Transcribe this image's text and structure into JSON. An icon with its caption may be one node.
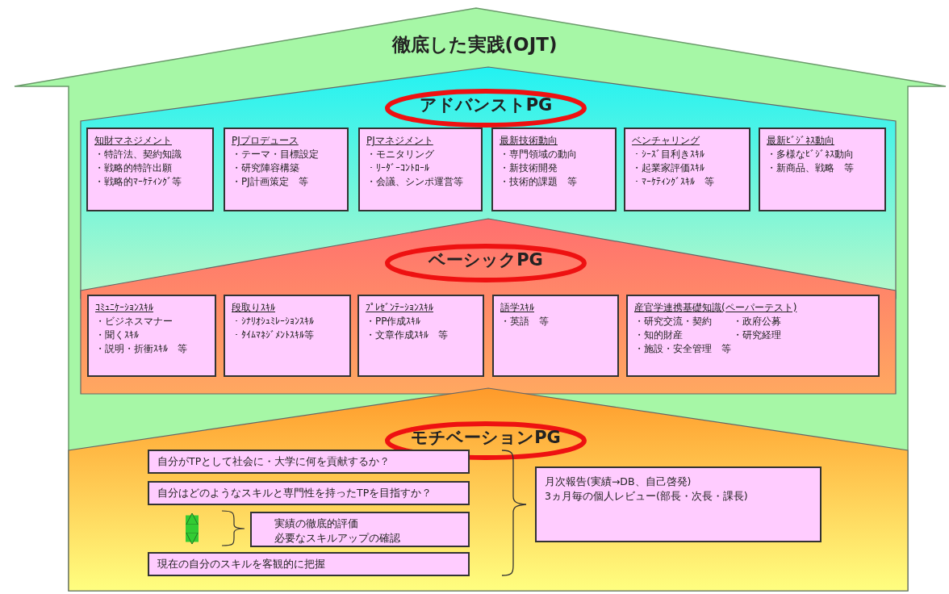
{
  "diagram": {
    "nodes": [
      {
        "text": [
          "徹底した実践(OJT)"
        ]
      },
      {
        "text": [
          "アドバンストPG"
        ],
        "in": 0
      },
      {
        "text": [
          "知財マネジメント",
          "・特許法、契約知識",
          "・戦略的特許出願",
          "・戦略的ﾏｰｹﾃｨﾝｸﾞ等"
        ],
        "in": 1
      },
      {
        "text": [
          "PJプロデュース",
          "・テーマ・目標設定",
          "・研究陣容構築",
          "・PJ計画策定　等"
        ],
        "in": 1
      },
      {
        "text": [
          "PJマネジメント",
          "・モニタリング",
          "・ﾘｰﾀﾞｰｺﾝﾄﾛｰﾙ",
          "・会議、シンポ運営等"
        ],
        "in": 1
      },
      {
        "text": [
          "最新技術動向",
          "・専門領域の動向",
          "・新技術開発",
          "・技術的課題　等"
        ],
        "in": 1
      },
      {
        "text": [
          "ベンチャリング",
          "・ｼｰｽﾞ目利きｽｷﾙ",
          "・起業家評価ｽｷﾙ",
          "・ﾏｰｹﾃｨﾝｸﾞｽｷﾙ　等"
        ],
        "in": 1
      },
      {
        "text": [
          "最新ﾋﾞｼﾞﾈｽ動向",
          "・多様なﾋﾞｼﾞﾈｽ動向",
          "・新商品、戦略　等"
        ],
        "in": 1
      },
      {
        "text": [
          "ベーシックPG"
        ],
        "in": 0
      },
      {
        "text": [
          "ｺﾐｭﾆｹｰｼｮﾝｽｷﾙ",
          "・ビジネスマナー",
          "・聞くｽｷﾙ",
          "・説明・折衝ｽｷﾙ　等"
        ],
        "in": 8
      },
      {
        "text": [
          "段取りｽｷﾙ",
          "・ｼﾅﾘｵｼｭﾐﾚｰｼｮﾝｽｷﾙ",
          "・ﾀｲﾑﾏﾈｼﾞﾒﾝﾄｽｷﾙ等"
        ],
        "in": 8
      },
      {
        "text": [
          "ﾌﾟﾚｾﾞﾝﾃｰｼｮﾝｽｷﾙ",
          "・PP作成ｽｷﾙ",
          "・文章作成ｽｷﾙ　等"
        ],
        "in": 8
      },
      {
        "text": [
          "語学ｽｷﾙ",
          "・英語　等"
        ],
        "in": 8
      },
      {
        "text": [
          "産官学連携基礎知識(ペーパーテスト)",
          "・研究交流・契約",
          "・政府公募",
          "・知的財産",
          "・研究経理",
          "・施設・安全管理　等"
        ],
        "in": 8
      },
      {
        "text": [
          "モチベーションPG"
        ],
        "in": 0
      },
      {
        "text": [
          "自分がTPとして社会に・大学に何を貢献するか？"
        ],
        "in": 14
      },
      {
        "text": [
          "自分はどのようなスキルと専門性を持ったTPを目指すか？"
        ],
        "in": 14
      },
      {
        "text": [
          "実績の徹底的評価",
          "必要なスキルアップの確認"
        ],
        "in": 14
      },
      {
        "text": [
          "現在の自分のスキルを客観的に把握"
        ],
        "in": 14
      },
      {
        "text": [
          "月次報告(実績→DB、自己啓発)",
          "3ヵ月毎の個人レビュー(部長・次長・課長)"
        ],
        "in": 14
      }
    ],
    "edges": [
      {
        "from": 16,
        "to": 18,
        "arrow": "both",
        "color": "#33cc33"
      }
    ]
  }
}
